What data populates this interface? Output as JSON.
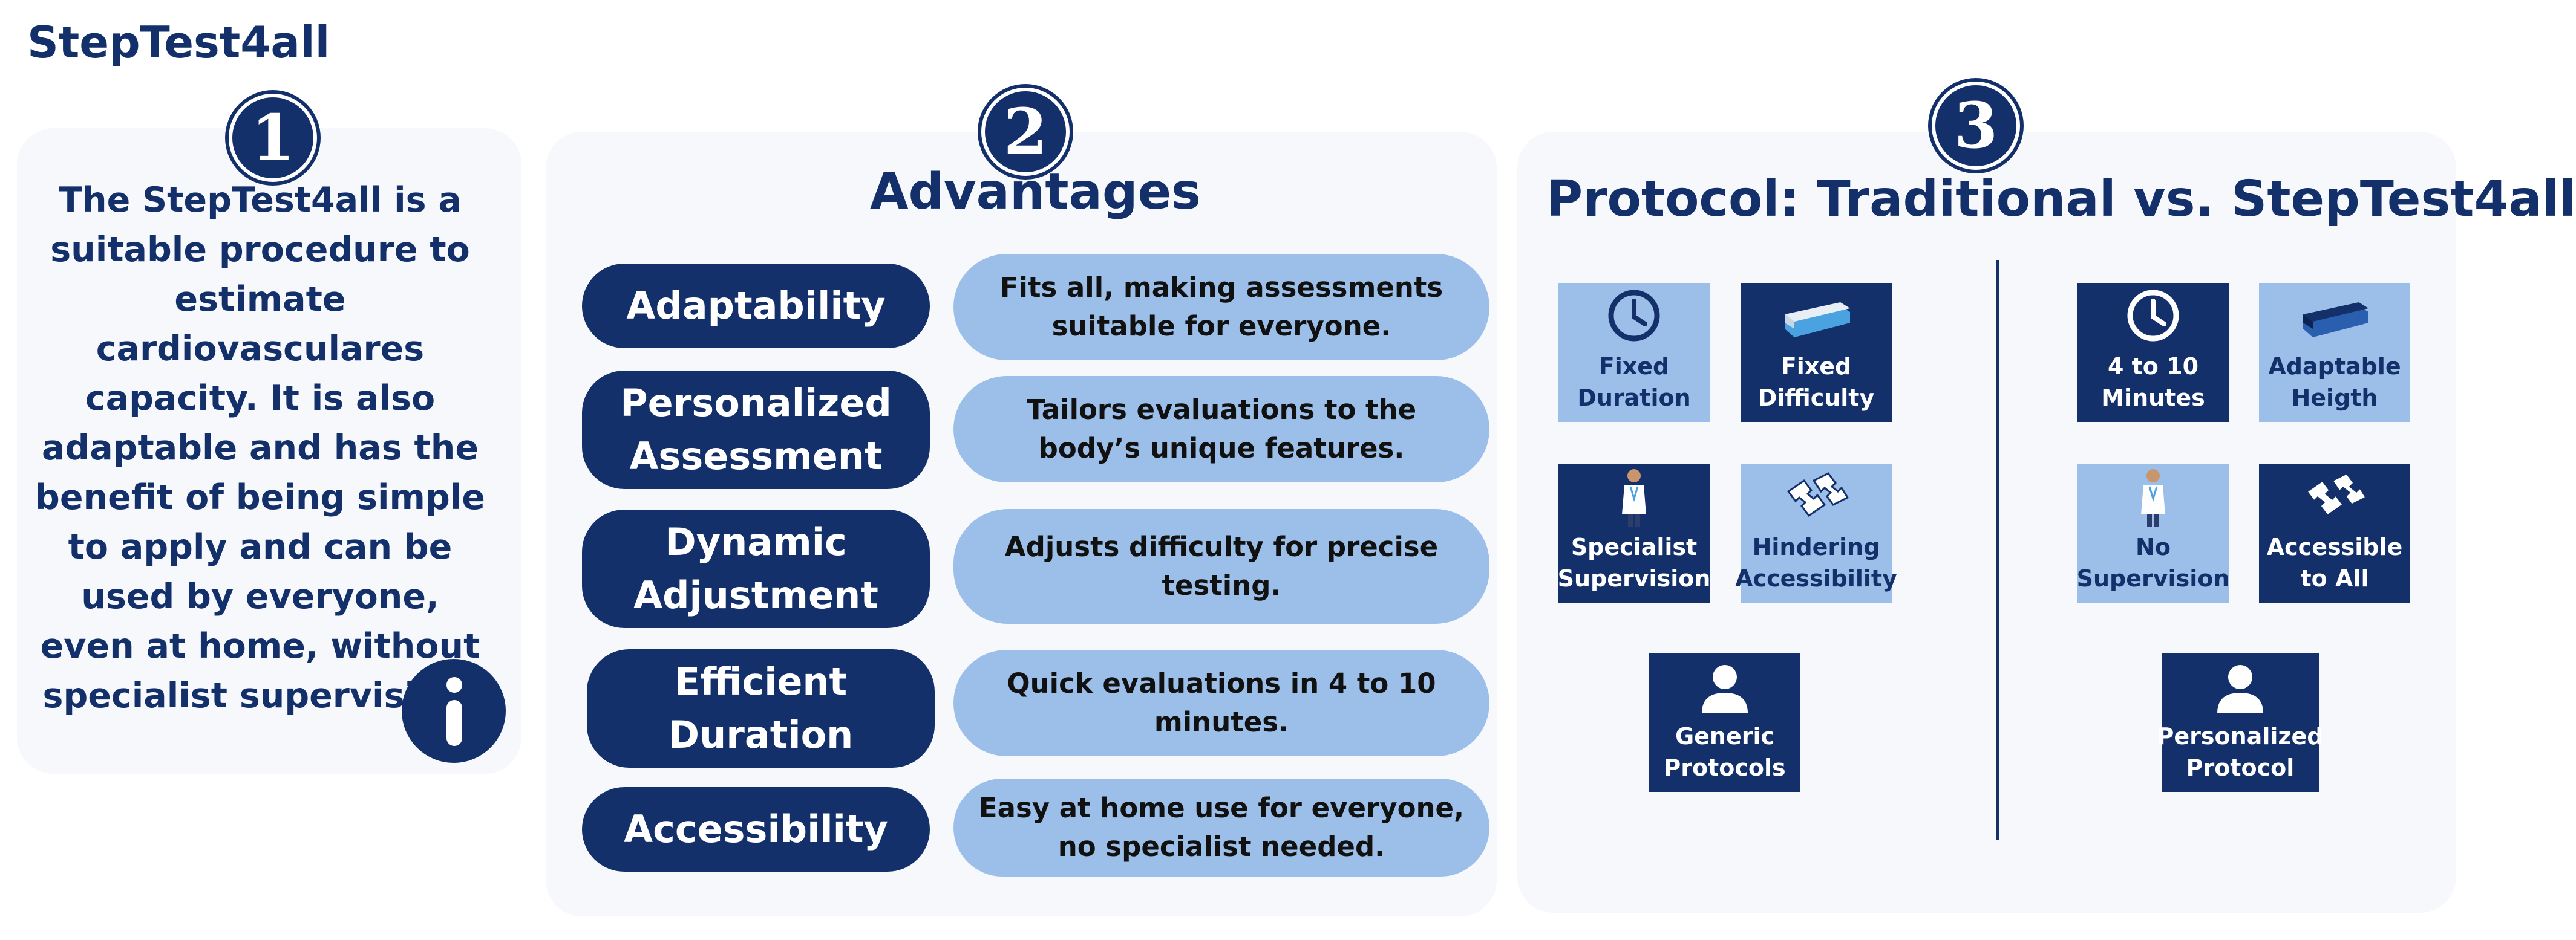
{
  "app_title": "StepTest4all",
  "panel1": {
    "badge": "1",
    "description": "The StepTest4all is a suitable procedure to estimate cardiovasculares capacity. It is also adaptable and has the benefit of being simple to apply and can be used by everyone, even at home, without specialist supervision.",
    "info_icon": "info-icon"
  },
  "panel2": {
    "badge": "2",
    "title": "Advantages",
    "items": [
      {
        "label": "Adaptability",
        "description": "Fits all, making assessments suitable for everyone."
      },
      {
        "label": "Personalized Assessment",
        "description": "Tailors evaluations to the body’s unique features."
      },
      {
        "label": "Dynamic Adjustment",
        "description": "Adjusts difficulty for precise testing."
      },
      {
        "label": "Efficient Duration",
        "description": "Quick evaluations in 4 to 10 minutes."
      },
      {
        "label": "Accessibility",
        "description": "Easy at home use for everyone, no specialist needed."
      }
    ]
  },
  "panel3": {
    "badge": "3",
    "title": "Protocol: Traditional vs. StepTest4all",
    "traditional": [
      {
        "label": "Fixed\nDuration",
        "icon": "clock-icon",
        "style": "light"
      },
      {
        "label": "Fixed\nDifficulty",
        "icon": "step-platform-icon",
        "style": "dark"
      },
      {
        "label": "Specialist\nSupervision",
        "icon": "doctor-icon",
        "style": "dark"
      },
      {
        "label": "Hindering\nAccessibility",
        "icon": "puzzle-icon",
        "style": "light"
      },
      {
        "label": "Generic\nProtocols",
        "icon": "person-icon",
        "style": "dark"
      }
    ],
    "steptest4all": [
      {
        "label": "4 to 10\nMinutes",
        "icon": "clock-icon",
        "style": "dark"
      },
      {
        "label": "Adaptable\nHeigth",
        "icon": "step-platform-icon",
        "style": "light"
      },
      {
        "label": "No\nSupervision",
        "icon": "doctor-icon",
        "style": "light"
      },
      {
        "label": "Accessible\nto All",
        "icon": "puzzle-icon",
        "style": "dark"
      },
      {
        "label": "Personalized\nProtocol",
        "icon": "person-icon",
        "style": "dark"
      }
    ]
  },
  "colors": {
    "navy": "#13306a",
    "light_blue": "#9bbfe8",
    "panel_bg": "#f6f8fb"
  }
}
